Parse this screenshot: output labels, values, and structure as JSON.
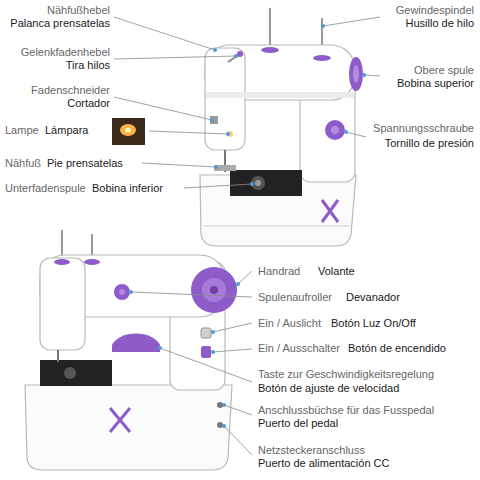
{
  "diagram": {
    "labels": [
      "Nähfußhebel",
      "Palanca prensatelas",
      "Gelenkfadenhebel",
      "Tira hilos",
      "Fadenschneider",
      "Cortador",
      "Lampe",
      "Lámpara",
      "Nähfuß",
      "Pie prensatelas",
      "Unterfadenspule",
      "Bobina inferior",
      "Gewindespindel",
      "Husillo de hilo",
      "Obere spule",
      "Bobina superior",
      "Spannungsschraube",
      "Tornillo de presión",
      "Handrad",
      "Volante",
      "Spulenaufroller",
      "Devanador",
      "Ein / Auslicht",
      "Botón Luz On/Off",
      "Ein / Ausschalter",
      "Botón de encendido",
      "Taste zur Geschwindigkeitsregelung",
      "Botón de ajuste de velocidad",
      "Anschlussbüchse für das Fusspedal",
      "Puerto del pedal",
      "Netzsteckeranschluss",
      "Puerto de alimentación CC"
    ]
  }
}
